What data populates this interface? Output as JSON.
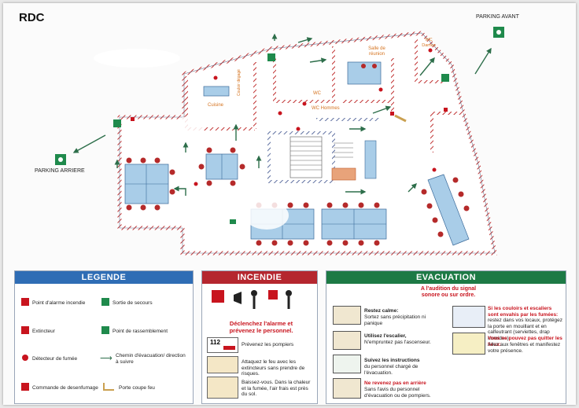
{
  "header": {
    "floor": "RDC"
  },
  "plan": {
    "parking_avant": "PARKING AVANT",
    "parking_arriere": "PARKING ARRIERE",
    "rooms": {
      "cuisine": "Cuisine",
      "salle_reunion": "Salle de réunion",
      "wc": "WC",
      "wc_dames": "WC Dames",
      "wc_hommes": "WC Hommes",
      "couloir": "Couloir dégagé"
    }
  },
  "legende": {
    "title": "LEGENDE",
    "items": [
      "Point d'alarme incendie",
      "Sortie de secours",
      "Extincteur",
      "Point de rassemblement",
      "Détecteur de fumée",
      "Chemin d'évacuation/ direction à suivre",
      "Commande de desenfumage",
      "Porte coupe feu"
    ]
  },
  "incendie": {
    "title": "INCENDIE",
    "headline": "Déclenchez l'alarme et prévenez le personnel.",
    "phone": "112",
    "steps": [
      "Prévenez les pompiers",
      "Attaquez le feu avec les extincteurs sans prendre de risques.",
      "Baissez-vous. Dans la chaleur et la fumée, l'air frais est près du sol."
    ]
  },
  "evacuation": {
    "title": "EVACUATION",
    "subtitle": "A l'audition du signal sonore ou sur ordre.",
    "left": [
      {
        "head": "Restez calme:",
        "body": "Sortez sans précipitation ni panique"
      },
      {
        "head": "Utilisez l'escalier,",
        "body": "N'empruntez pas l'ascenseur."
      },
      {
        "head": "Suivez les instructions",
        "body": "du personnel chargé de l'évacuation."
      },
      {
        "head": "Ne revenez pas en arrière",
        "body": "Sans l'avis du personnel d'évacuation ou de pompiers."
      }
    ],
    "right": [
      {
        "head": "Si les couloirs et escaliers sont envahis par les fumées:",
        "body": "restez dans vos locaux, protégez la porte en mouillant et en calfeutrant (serviettes, drap humides)"
      },
      {
        "head": "Vous ne pouvez pas quitter les lieux:",
        "body": "Allez aux fenêtres et manifestez votre présence."
      }
    ]
  },
  "colors": {
    "legende_header": "#2f6db5",
    "incendie_header": "#b5272f",
    "evacuation_header": "#1d7a45",
    "exit_green": "#1f8a4c",
    "wall_hatch": "#c03030",
    "glass_blue": "#a9cde8",
    "chair_red": "#b52a2a",
    "arrow_green": "#2d6e4a"
  }
}
